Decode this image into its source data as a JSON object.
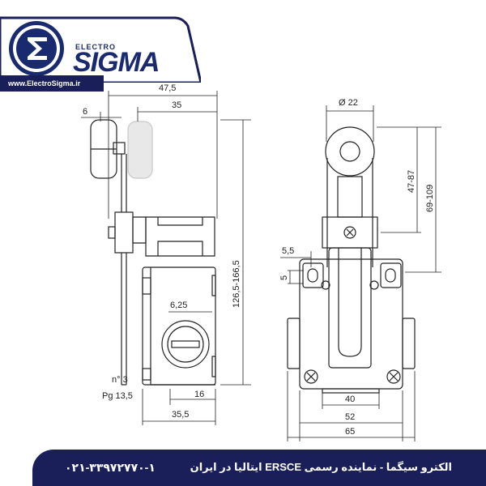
{
  "header": {
    "brand_small": "ELECTRO",
    "brand_big": "SIGMA",
    "website": "www.ElectroSigma.ir"
  },
  "dimensions": {
    "d_47_5": "47,5",
    "d_35": "35",
    "d_6": "6",
    "d_126": "126,5-166,5",
    "d_6_25": "6,25",
    "d_n3": "n° 3",
    "d_pg": "Pg 13,5",
    "d_16": "16",
    "d_35_5": "35,5",
    "d_phi22": "Ø 22",
    "d_47_87": "47-87",
    "d_69_109": "69-109",
    "d_5_5": "5,5",
    "d_5": "5",
    "d_40": "40",
    "d_52": "52",
    "d_65": "65"
  },
  "footer": {
    "phone": "۰۲۱-۳۳۹۷۲۷۷۰-۱",
    "slogan": "الکترو سیگما - نماینده رسمی ERSCE ایتالیا در ایران"
  },
  "colors": {
    "brand_navy": "#1a1f5a",
    "drawing_line": "#222222",
    "ghost_roller": "#c8c8c8"
  }
}
